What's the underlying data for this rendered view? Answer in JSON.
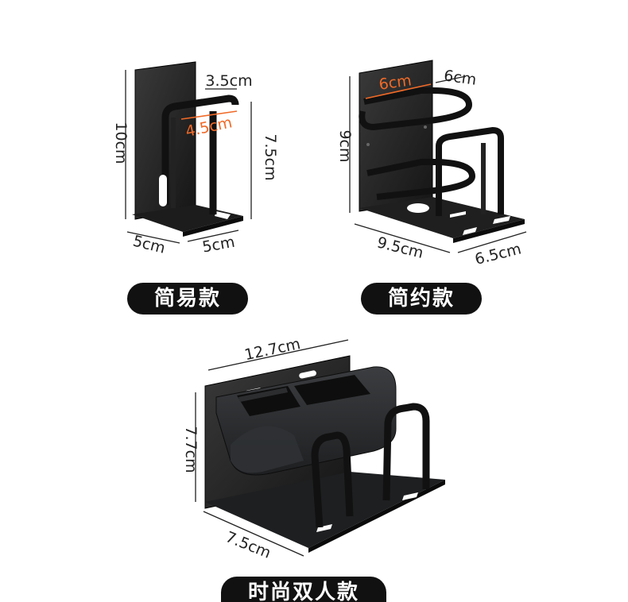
{
  "products": {
    "simple": {
      "label": "简易款",
      "dims": {
        "height": "10cm",
        "depth": "3.5cm",
        "inner": "4.5cm",
        "holder": "7.5cm",
        "base_left": "5cm",
        "base_right": "5cm"
      }
    },
    "compact": {
      "label": "简约款",
      "dims": {
        "height": "9cm",
        "inner": "6cm",
        "ring": "6cm",
        "width": "9.5cm",
        "depth": "6.5cm"
      }
    },
    "double": {
      "label": "时尚双人款",
      "dims": {
        "width": "12.7cm",
        "height": "7.7cm",
        "depth": "7.5cm"
      }
    }
  },
  "colors": {
    "accent": "#f06a28",
    "product": "#1a1a1a",
    "pill": "#111111"
  }
}
